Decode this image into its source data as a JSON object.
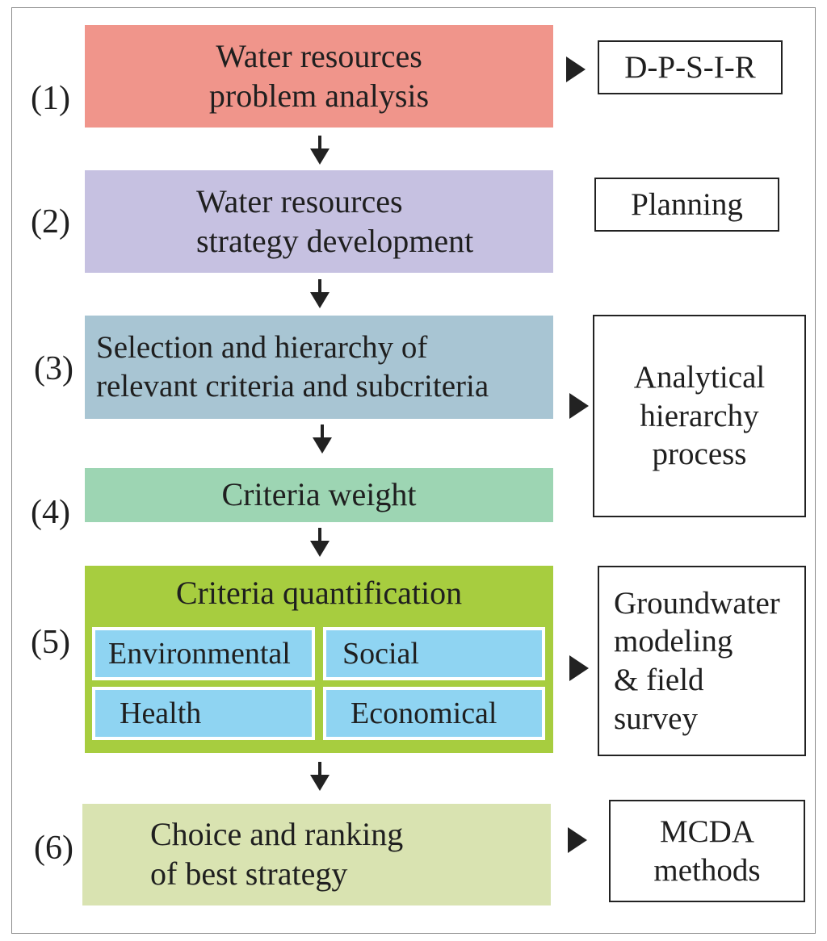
{
  "colors": {
    "step1": "#f0958b",
    "step2": "#c6c1e1",
    "step3": "#a8c5d3",
    "step4": "#9dd5b3",
    "step5": "#a7cd3f",
    "step6": "#d9e3b1",
    "subcriteria": "#8fd4f2"
  },
  "steps": [
    {
      "number": "(1)",
      "lines": [
        "Water resources",
        "problem analysis"
      ]
    },
    {
      "number": "(2)",
      "lines": [
        "Water resources",
        "strategy development"
      ]
    },
    {
      "number": "(3)",
      "lines": [
        "Selection and hierarchy of",
        "relevant criteria and subcriteria"
      ]
    },
    {
      "number": "(4)",
      "lines": [
        "Criteria weight"
      ]
    },
    {
      "number": "(5)",
      "lines": [
        "Criteria quantification"
      ],
      "subcriteria": [
        "Environmental",
        "Social",
        "Health",
        "Economical"
      ]
    },
    {
      "number": "(6)",
      "lines": [
        "Choice  and ranking",
        "of best  strategy"
      ]
    }
  ],
  "side_boxes": [
    {
      "lines": [
        "D-P-S-I-R"
      ]
    },
    {
      "lines": [
        "Planning"
      ]
    },
    {
      "lines": [
        "Analytical",
        "hierarchy",
        "process"
      ]
    },
    {
      "lines": [
        "Groundwater",
        "modeling",
        "& field",
        "survey"
      ]
    },
    {
      "lines": [
        "MCDA",
        "methods"
      ]
    }
  ]
}
